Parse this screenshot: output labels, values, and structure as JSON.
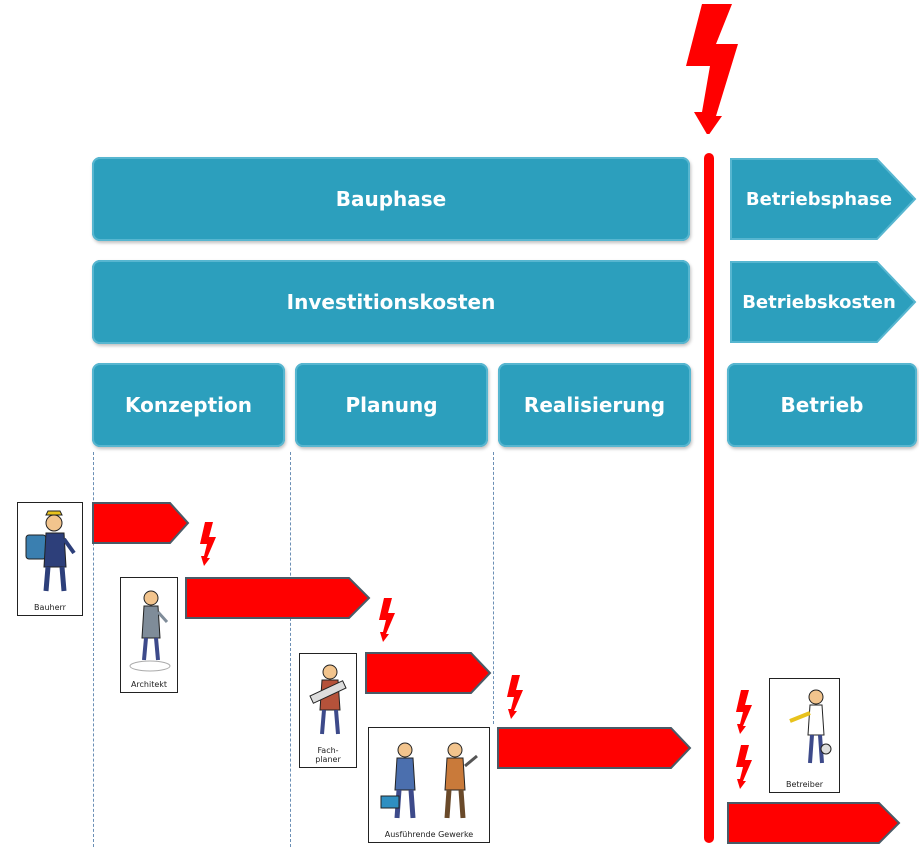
{
  "phases": {
    "bauphase": "Bauphase",
    "betriebsphase": "Betriebsphase"
  },
  "costs": {
    "investitionskosten": "Investitionskosten",
    "betriebskosten": "Betriebskosten"
  },
  "steps": {
    "konzeption": "Konzeption",
    "planung": "Planung",
    "realisierung": "Realisierung",
    "betrieb": "Betrieb"
  },
  "actors": {
    "bauherr": "Bauherr",
    "architekt": "Architekt",
    "fachplaner": "Fach-\nplaner",
    "gewerke": "Ausführende Gewerke",
    "betreiber": "Betreiber"
  },
  "colors": {
    "box_blue": "#2c9fbd",
    "bar_red": "#ff0000",
    "bar_border": "#4a5a66",
    "bolt_red": "#ff0000"
  },
  "icons": [
    "lightning-bolt-icon",
    "person-illustration"
  ]
}
